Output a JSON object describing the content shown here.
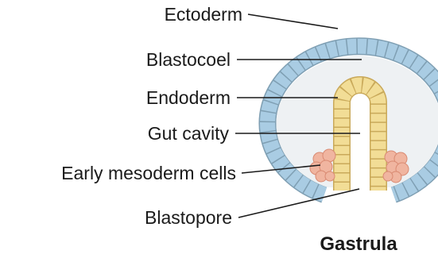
{
  "labels": {
    "ectoderm": "Ectoderm",
    "blastocoel": "Blastocoel",
    "endoderm": "Endoderm",
    "gut_cavity": "Gut cavity",
    "early_mesoderm": "Early mesoderm cells",
    "blastopore": "Blastopore"
  },
  "title": "Gastrula",
  "colors": {
    "ectoderm": "#a9cce3",
    "ectoderm_stroke": "#7f9fb3",
    "blastocoel": "#eef1f3",
    "endoderm": "#f2dd96",
    "endoderm_stroke": "#c9a95a",
    "mesoderm": "#f0b5a0",
    "mesoderm_stroke": "#d98a72",
    "text": "#1a1a1a"
  }
}
